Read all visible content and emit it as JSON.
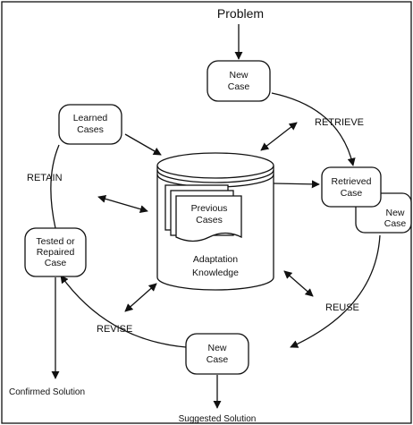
{
  "title": "Problem",
  "nodes": {
    "new_case_top": [
      "New",
      "Case"
    ],
    "learned_cases": [
      "Learned",
      "Cases"
    ],
    "retrieved_case": [
      "Retrieved",
      "Case"
    ],
    "retrieved_new_case": [
      "New",
      "Case"
    ],
    "previous_cases": [
      "Previous",
      "Cases"
    ],
    "adaptation_knowledge": [
      "Adaptation",
      "Knowledge"
    ],
    "tested_case": [
      "Tested or",
      "Repaired",
      "Case"
    ],
    "new_case_bottom": [
      "New",
      "Case"
    ]
  },
  "steps": {
    "retrieve": "RETRIEVE",
    "reuse": "REUSE",
    "revise": "REVISE",
    "retain": "RETAIN"
  },
  "outputs": {
    "confirmed": "Confirmed Solution",
    "suggested": "Suggested Solution"
  }
}
